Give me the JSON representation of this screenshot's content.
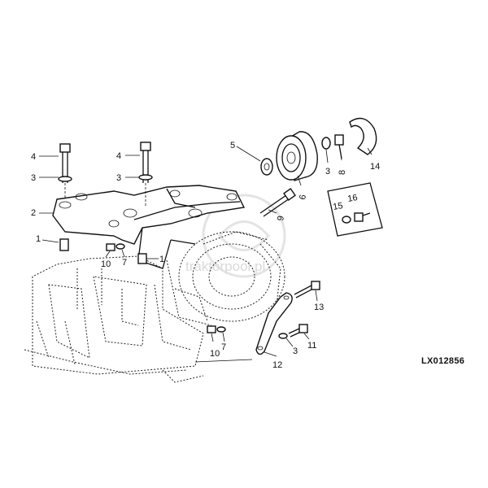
{
  "figure_code": "LX012856",
  "watermark": "traktorpool.pl",
  "callouts": [
    {
      "id": "c1a",
      "text": "1"
    },
    {
      "id": "c1b",
      "text": "1"
    },
    {
      "id": "c2",
      "text": "2"
    },
    {
      "id": "c3a",
      "text": "3"
    },
    {
      "id": "c3b",
      "text": "3"
    },
    {
      "id": "c3c",
      "text": "3"
    },
    {
      "id": "c3d",
      "text": "3"
    },
    {
      "id": "c4a",
      "text": "4"
    },
    {
      "id": "c4b",
      "text": "4"
    },
    {
      "id": "c5",
      "text": "5"
    },
    {
      "id": "c6",
      "text": "6"
    },
    {
      "id": "c7a",
      "text": "7"
    },
    {
      "id": "c7b",
      "text": "7"
    },
    {
      "id": "c8",
      "text": "8"
    },
    {
      "id": "c9",
      "text": "9"
    },
    {
      "id": "c10a",
      "text": "10"
    },
    {
      "id": "c10b",
      "text": "10"
    },
    {
      "id": "c11",
      "text": "11"
    },
    {
      "id": "c12",
      "text": "12"
    },
    {
      "id": "c13",
      "text": "13"
    },
    {
      "id": "c14",
      "text": "14"
    },
    {
      "id": "c15",
      "text": "15"
    },
    {
      "id": "c16",
      "text": "16"
    }
  ]
}
